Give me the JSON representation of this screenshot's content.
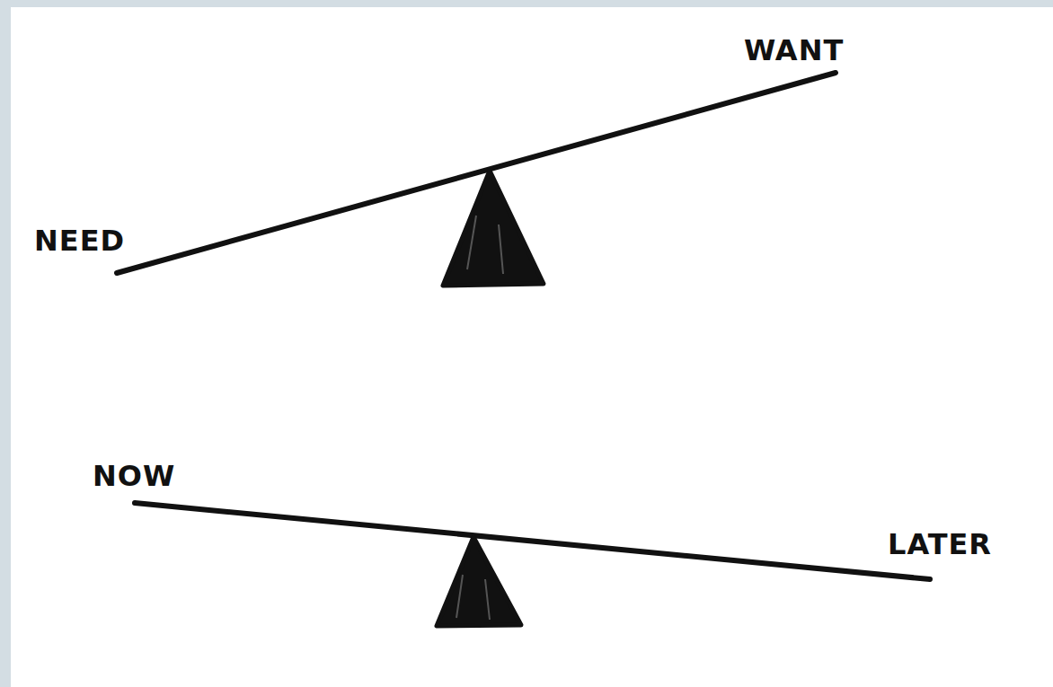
{
  "diagram": {
    "labels": [
      "NEED",
      "WANT",
      "NOW",
      "LATER"
    ]
  }
}
